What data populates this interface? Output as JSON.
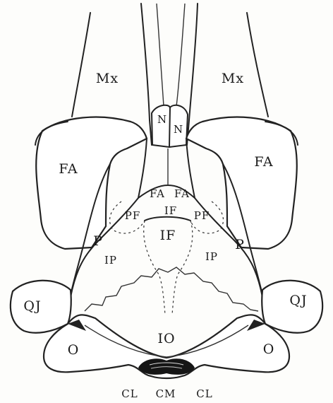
{
  "figure": {
    "labels": {
      "mx_left": "Mx",
      "mx_right": "Mx",
      "n_left": "N",
      "n_right": "N",
      "fa_left": "FA",
      "fa_right": "FA",
      "fa_inner_left": "FA",
      "fa_inner_right": "FA",
      "pf_left": "PF",
      "pf_right": "PF",
      "if_upper": "IF",
      "if_lower": "IF",
      "p_left": "P",
      "p_right": "P",
      "ip_left": "IP",
      "ip_right": "IP",
      "qj_left": "QJ",
      "qj_right": "QJ",
      "io": "IO",
      "o_left": "O",
      "o_right": "O",
      "cl_left": "CL",
      "cm": "CM",
      "cl_right": "CL"
    },
    "colors": {
      "ink": "#222222",
      "paper": "#fdfdfb",
      "fill": "#ffffff"
    }
  }
}
